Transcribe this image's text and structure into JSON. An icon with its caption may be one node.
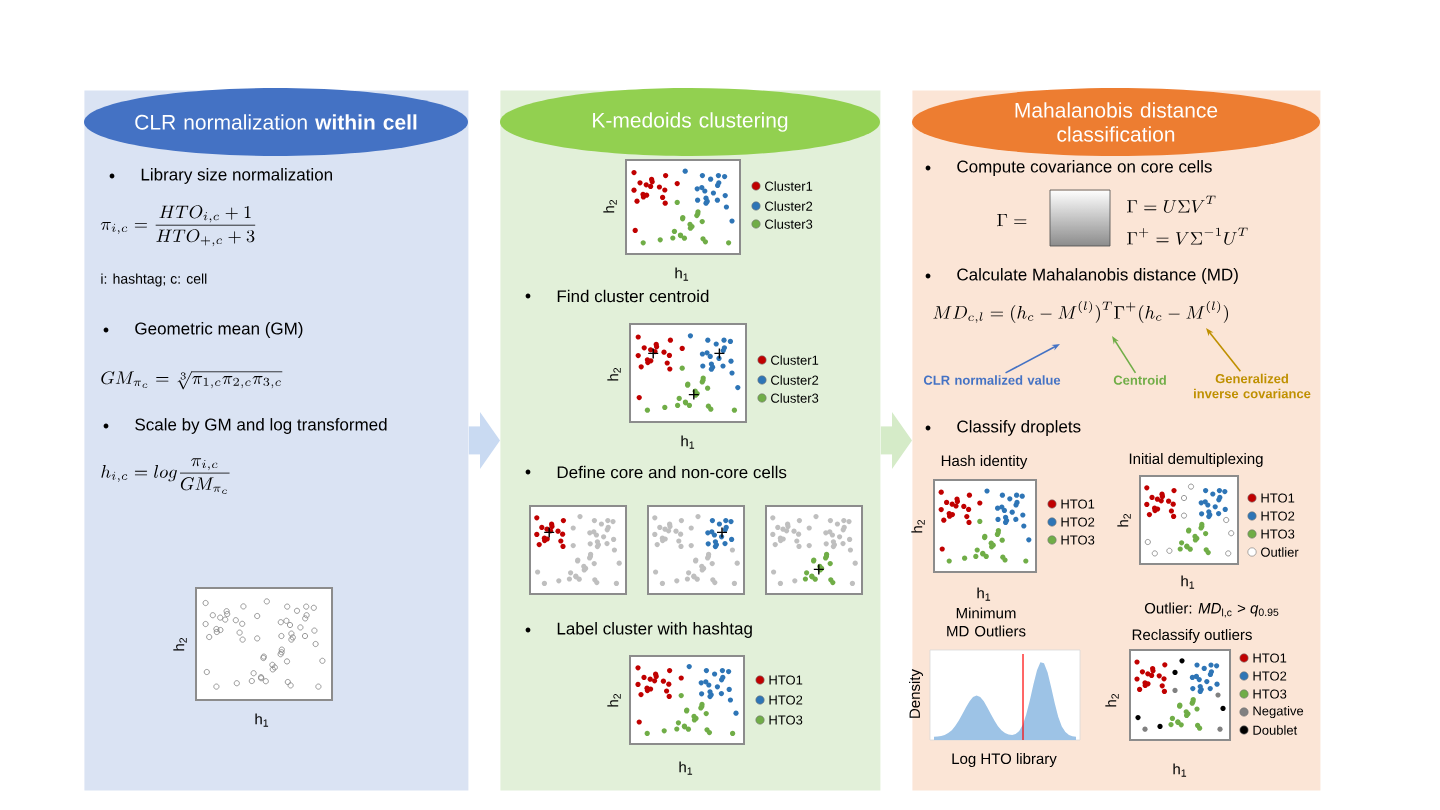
{
  "diagram": {
    "nodes": [
      {
        "text": [
          "CLR normalization **within cell**",
          "Library size normalization",
          "\\pi_{i,c}=\\frac{HTO_{i,c}+1}{HTO_{+,c}+3}",
          "i: hashtag; c: cell",
          "Geometric mean (GM)",
          "GM_{\\pi_c}=\\sqrt[3]{\\pi_{1,c}\\pi_{2,c}\\pi_{3,c}}",
          "Scale by GM and log transformed",
          "h_{i,c}=log\\frac{\\pi_{i,c}}{GM_{\\pi_c}}"
        ]
      },
      {
        "text": [
          "K-medoids clustering",
          "Find cluster centroid",
          "Define core and non-core cells",
          "Label cluster with hashtag"
        ]
      },
      {
        "text": [
          "Mahalanobis distance classification",
          "Compute covariance on core cells",
          "\\Gamma=",
          "\\Gamma=U\\Sigma V^{T}",
          "\\Gamma^{+}=V\\Sigma^{-1}U^{T}",
          "Calculate Mahalanobis distance (MD)",
          "MD_{c,l}=(h_c-M^{(l)})^{T}\\Gamma^{+}(h_c-M^{(l)})",
          "Classify droplets"
        ]
      },
      {
        "text": [
          "CLR normalized value"
        ],
        "in": 2
      },
      {
        "text": [
          "Centroid"
        ],
        "in": 2
      },
      {
        "text": [
          "Generalized inverse covariance"
        ],
        "in": 2
      }
    ],
    "edges": [
      {
        "from": 0,
        "to": 1,
        "arrow": "to",
        "style": "thick",
        "color": "#c9daf2"
      },
      {
        "from": 1,
        "to": 2,
        "arrow": "to",
        "style": "thick",
        "color": "#d5ebc8"
      },
      {
        "from": 3,
        "to": null,
        "arrow": "to",
        "color": "#4472c4"
      },
      {
        "from": 4,
        "to": null,
        "arrow": "to",
        "color": "#70ad47"
      },
      {
        "from": 5,
        "to": null,
        "arrow": "to",
        "color": "#bf9000"
      }
    ],
    "labels": [
      "h$_{2}$",
      "h$_{1}$",
      "h$_{2}$",
      "h$_{1}$",
      "h$_{2}$",
      "h$_{1}$",
      "h$_{2}$",
      "h$_{1}$",
      "Hash identity",
      "Initial demultiplexing",
      "h$_{2}$",
      "h$_{2}$",
      "h$_{1}$",
      "h$_{1}$",
      "Minimum MD Outliers",
      "Outlier: *MD*$_{l,c}$ > *q*$_{0.95}$",
      "Reclassify outliers",
      "Density",
      "h$_{2}$",
      "Log HTO library",
      "h$_{1}$"
    ],
    "legend": [
      {
        "text": "Cluster1",
        "color": "#c00000"
      },
      {
        "text": "Cluster2",
        "color": "#2e75b6"
      },
      {
        "text": "Cluster3",
        "color": "#70ad47"
      },
      {
        "text": "Cluster1",
        "color": "#c00000"
      },
      {
        "text": "Cluster2",
        "color": "#2e75b6"
      },
      {
        "text": "Cluster3",
        "color": "#70ad47"
      },
      {
        "text": "HTO1",
        "color": "#c00000"
      },
      {
        "text": "HTO2",
        "color": "#2e75b6"
      },
      {
        "text": "HTO3",
        "color": "#70ad47"
      },
      {
        "text": "HTO1",
        "color": "#c00000"
      },
      {
        "text": "HTO2",
        "color": "#2e75b6"
      },
      {
        "text": "HTO3",
        "color": "#70ad47"
      },
      {
        "text": "HTO1",
        "color": "#c00000"
      },
      {
        "text": "HTO2",
        "color": "#2e75b6"
      },
      {
        "text": "HTO3",
        "color": "#70ad47"
      },
      {
        "text": "Outlier",
        "color": "#ffffff"
      },
      {
        "text": "HTO1",
        "color": "#c00000"
      },
      {
        "text": "HTO2",
        "color": "#2e75b6"
      },
      {
        "text": "HTO3",
        "color": "#70ad47"
      },
      {
        "text": "Negative",
        "color": "#808080"
      },
      {
        "text": "Doublet",
        "color": "#000000"
      }
    ]
  }
}
